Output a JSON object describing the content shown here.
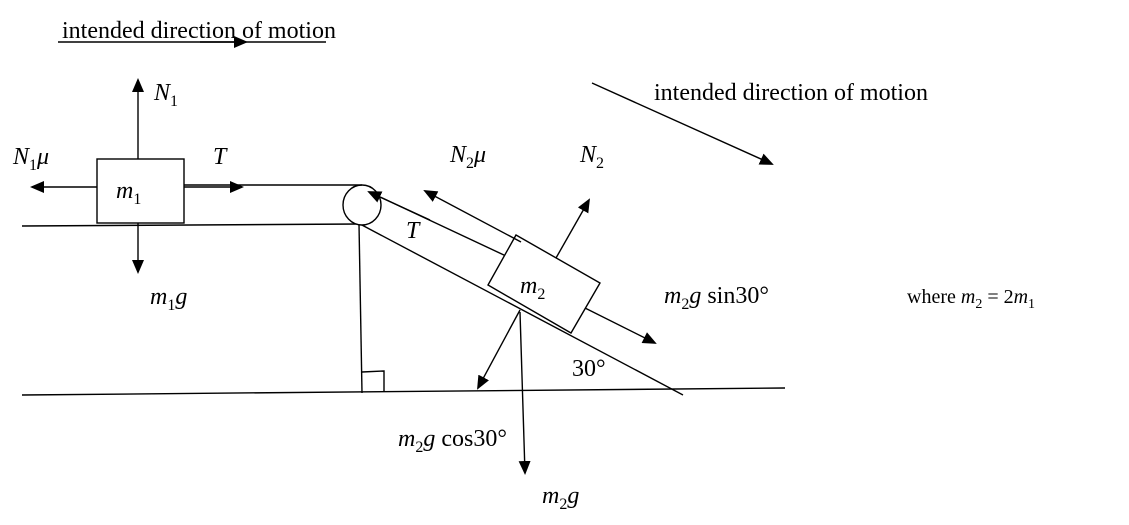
{
  "diagram": {
    "motion_label_top": "intended direction of motion",
    "motion_label_right": "intended direction of motion",
    "block1": {
      "mass_symbol": "m",
      "mass_sub": "1"
    },
    "block2": {
      "mass_symbol": "m",
      "mass_sub": "2"
    },
    "forces_block1": {
      "normal": {
        "symbol": "N",
        "sub": "1"
      },
      "friction": {
        "symbol": "N",
        "sub": "1",
        "mu": "μ"
      },
      "tension": "T",
      "weight": {
        "symbol": "m",
        "sub": "1",
        "g": "g"
      }
    },
    "forces_block2": {
      "normal": {
        "symbol": "N",
        "sub": "2"
      },
      "friction": {
        "symbol": "N",
        "sub": "2",
        "mu": "μ"
      },
      "tension": "T",
      "parallel": {
        "symbol": "m",
        "sub": "2",
        "g": "g",
        "func": "sin",
        "angle": "30°"
      },
      "perpendicular": {
        "symbol": "m",
        "sub": "2",
        "g": "g",
        "func": "cos",
        "angle": "30°"
      },
      "weight": {
        "symbol": "m",
        "sub": "2",
        "g": "g"
      }
    },
    "incline_angle": "30°",
    "relation": {
      "prefix": "where ",
      "m2": "m",
      "m2_sub": "2",
      "eq": " = 2",
      "m1": "m",
      "m1_sub": "1"
    },
    "colors": {
      "ink": "#000000",
      "background": "#ffffff"
    }
  }
}
